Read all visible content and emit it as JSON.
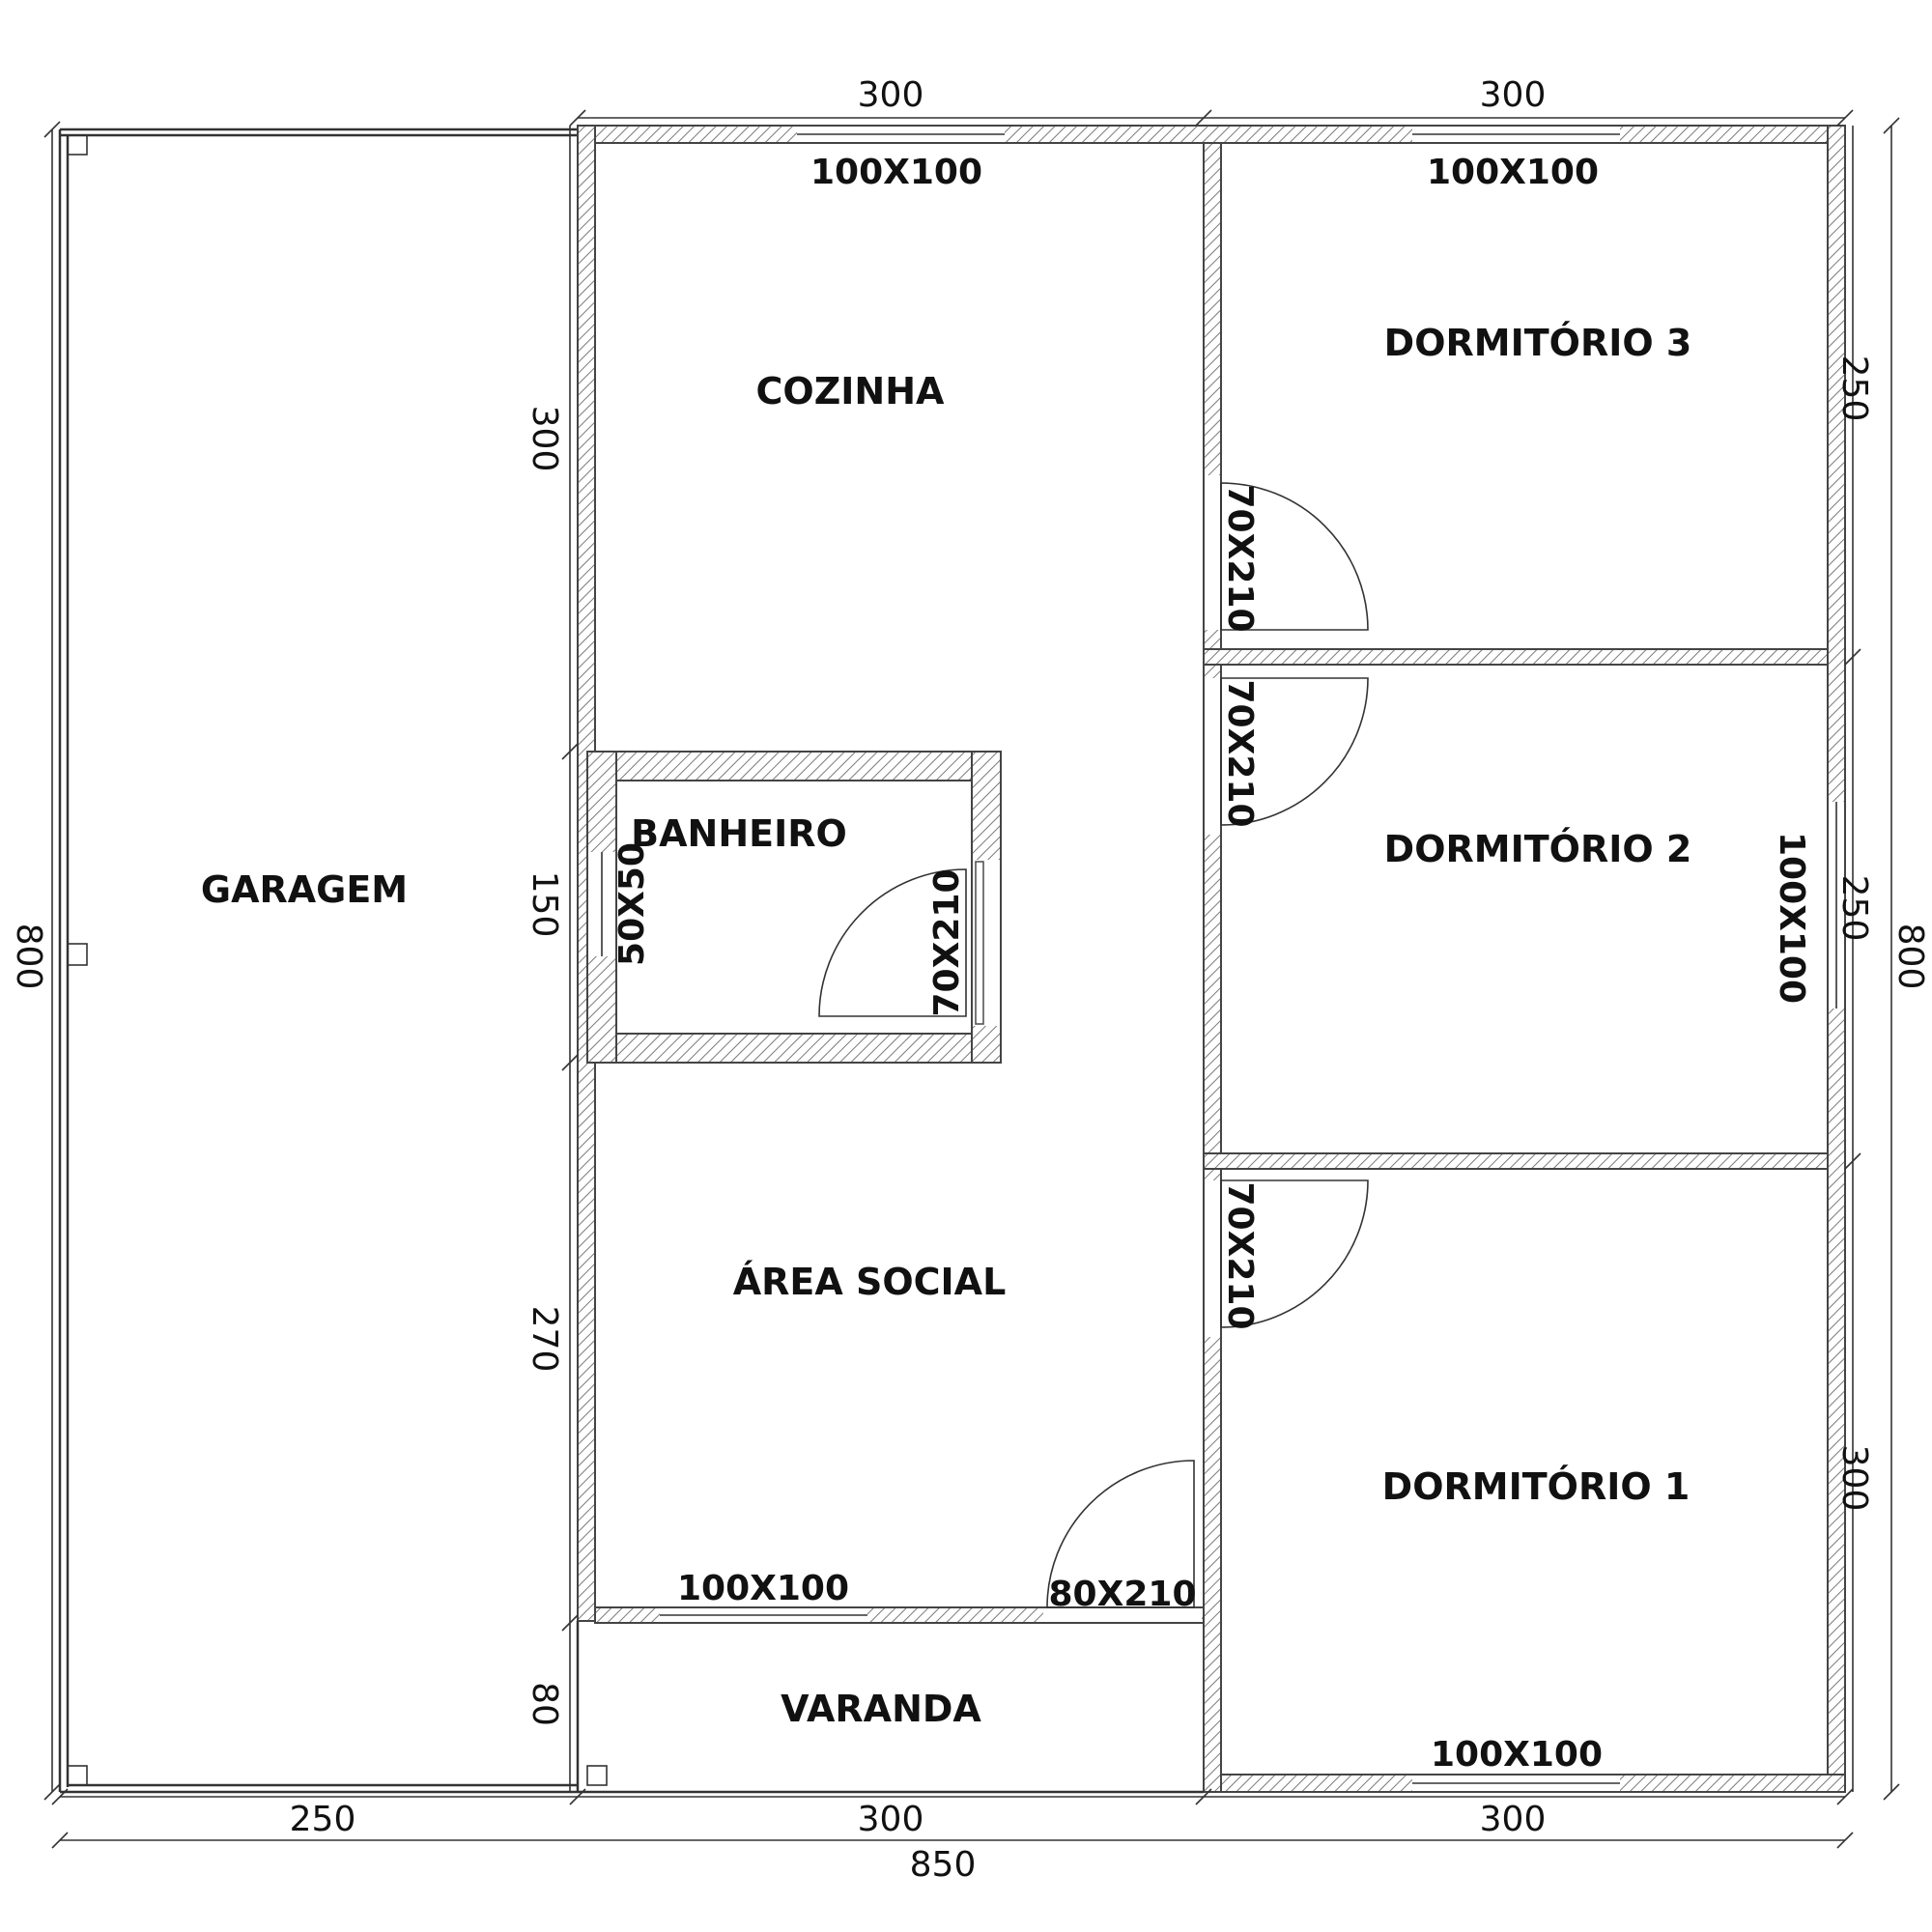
{
  "rooms": {
    "garagem": "GARAGEM",
    "cozinha": "COZINHA",
    "banheiro": "BANHEIRO",
    "area_social": "ÁREA SOCIAL",
    "varanda": "VARANDA",
    "dormitorio_1": "DORMITÓRIO 1",
    "dormitorio_2": "DORMITÓRIO 2",
    "dormitorio_3": "DORMITÓRIO 3"
  },
  "openings": {
    "window_cozinha": "100X100",
    "window_dorm3": "100X100",
    "window_dorm2": "100X100",
    "window_dorm1": "100X100",
    "window_social": "100X100",
    "window_banheiro": "50X50",
    "door_banheiro": "70X210",
    "door_dorm3": "70X210",
    "door_dorm2": "70X210",
    "door_dorm1": "70X210",
    "door_entrada": "80X210"
  },
  "dimensions": {
    "top_left": "300",
    "top_right": "300",
    "bottom_garagem": "250",
    "bottom_middle": "300",
    "bottom_right": "300",
    "bottom_total": "850",
    "left_total": "800",
    "inner_cozinha": "300",
    "inner_banheiro": "150",
    "inner_social": "270",
    "inner_varanda": "80",
    "right_dorm3": "250",
    "right_dorm2": "250",
    "right_dorm1": "300",
    "right_total": "800"
  }
}
